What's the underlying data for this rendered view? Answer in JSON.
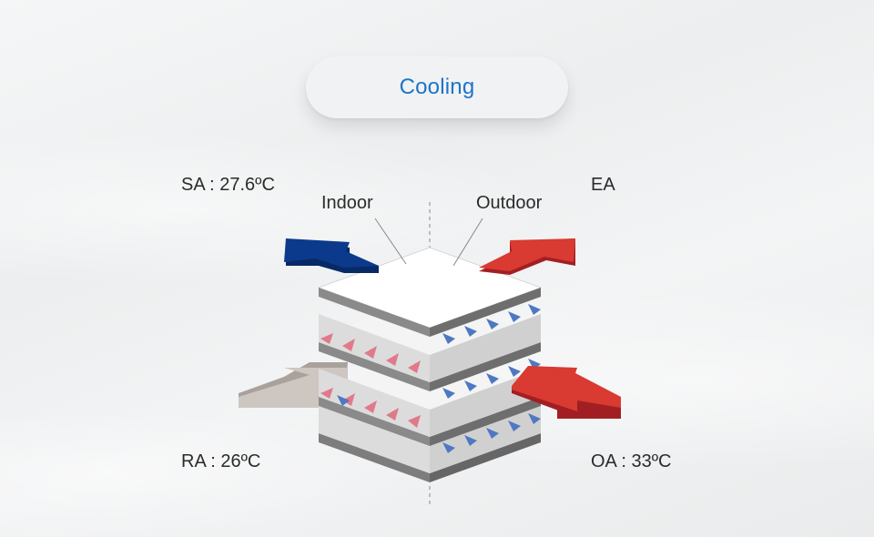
{
  "mode": {
    "label": "Cooling"
  },
  "labels": {
    "sa": "SA : 27.6ºC",
    "ea": "EA",
    "ra": "RA : 26ºC",
    "oa": "OA : 33ºC",
    "indoor": "Indoor",
    "outdoor": "Outdoor"
  },
  "colors": {
    "accent_text": "#1d74c9",
    "supply_air_arrow": "#0b3a8c",
    "exhaust_air_arrow": "#d93a31",
    "return_air_arrow": "#c9c0bb",
    "outdoor_air_arrow": "#d93a31",
    "warm_fins": "#e07a8a",
    "cool_fins": "#4f78c2"
  }
}
